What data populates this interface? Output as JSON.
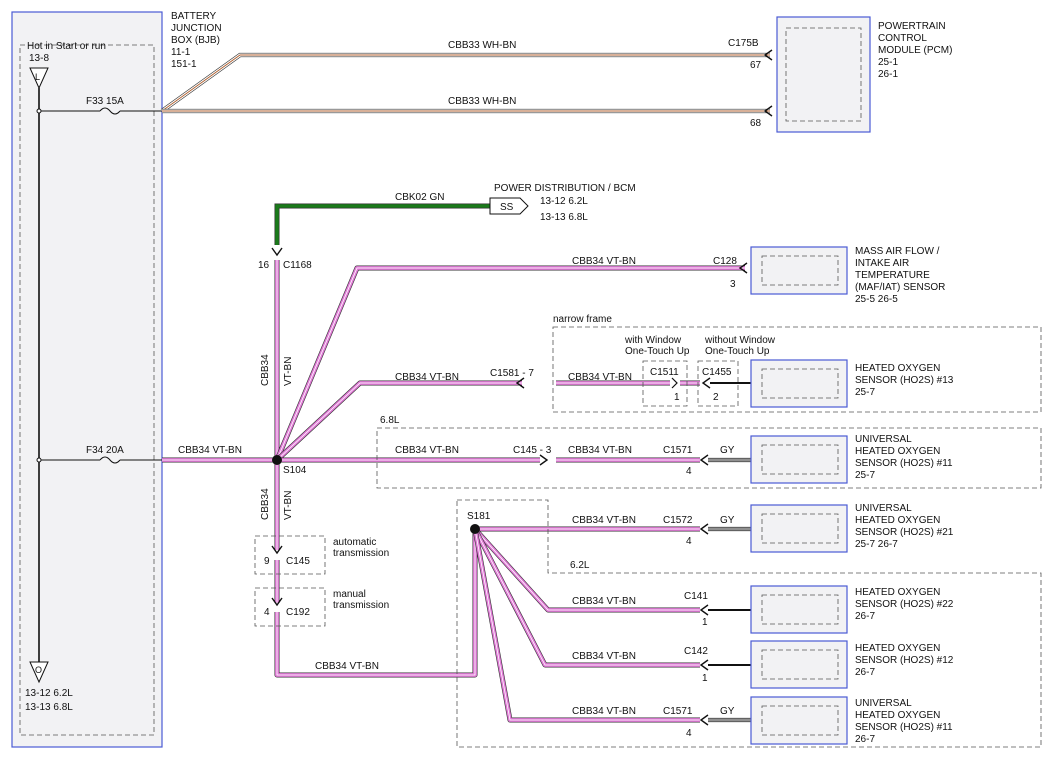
{
  "bjb": {
    "title": [
      "BATTERY",
      "JUNCTION",
      "BOX (BJB)",
      "11-1",
      "151-1"
    ],
    "hot_label": "Hot in Start or run",
    "hot_ref": "13-8",
    "top_arrow_letter": "L",
    "bottom_arrow_letter": "O",
    "bottom_refs": [
      "13-12   6.2L",
      "13-13   6.8L"
    ],
    "fuse1": "F33   15A",
    "fuse2": "F34   20A"
  },
  "pcm": {
    "title": [
      "POWERTRAIN",
      "CONTROL",
      "MODULE (PCM)",
      "25-1",
      "26-1"
    ],
    "connector": "C175B",
    "pin1": "67",
    "pin2": "68",
    "wire1": "CBB33   WH-BN",
    "wire2": "CBB33   WH-BN"
  },
  "power_dist": {
    "wire": "CBK02   GN",
    "ss": "SS",
    "title": "POWER DISTRIBUTION / BCM",
    "refs": [
      "13-12   6.2L",
      "13-13   6.8L"
    ],
    "pin": "16",
    "connector": "C1168"
  },
  "maf": {
    "wire": "CBB34   VT-BN",
    "connector": "C128",
    "pin": "3",
    "title": [
      "MASS AIR FLOW /",
      "INTAKE AIR",
      "TEMPERATURE",
      "(MAF/IAT) SENSOR",
      "25-5         26-5"
    ]
  },
  "ho2s13": {
    "frame_label": "narrow frame",
    "with_window": [
      "with Window",
      "One-Touch Up"
    ],
    "without_window": [
      "without Window",
      "One-Touch Up"
    ],
    "wire_a": "CBB34   VT-BN",
    "conn_a": "C1581 - 7",
    "wire_b": "CBB34   VT-BN",
    "conn_b": "C1511",
    "pin_b": "1",
    "conn_c": "C1455",
    "pin_c": "2",
    "title": [
      "HEATED OXYGEN",
      "SENSOR (HO2S) #13",
      "25-7"
    ]
  },
  "uho2s11_a": {
    "frame_label": "6.8L",
    "wire_a": "CBB34   VT-BN",
    "conn_a": "C145 - 3",
    "wire_b": "CBB34   VT-BN",
    "conn_b": "C1571",
    "pin": "4",
    "gy": "GY",
    "title": [
      "UNIVERSAL",
      "HEATED OXYGEN",
      "SENSOR (HO2S) #11",
      "25-7"
    ]
  },
  "main": {
    "wire": "CBB34   VT-BN",
    "splice": "S104",
    "vert_wire_a": "CBB34",
    "vert_wire_b": "VT-BN",
    "vert_wire2_a": "CBB34",
    "vert_wire2_b": "VT-BN",
    "c145_pin": "9",
    "c145": "C145",
    "c145_note": [
      "automatic",
      "transmission"
    ],
    "c192_pin": "4",
    "c192": "C192",
    "c192_note": [
      "manual",
      "transmission"
    ],
    "bottom_wire": "CBB34   VT-BN"
  },
  "s181": {
    "splice": "S181",
    "frame_label": "6.2L",
    "b1": {
      "wire": "CBB34   VT-BN",
      "conn": "C1572",
      "pin": "4",
      "gy": "GY",
      "title": [
        "UNIVERSAL",
        "HEATED OXYGEN",
        "SENSOR (HO2S) #21",
        "25-7         26-7"
      ]
    },
    "b2": {
      "wire": "CBB34   VT-BN",
      "conn": "C141",
      "pin": "1",
      "title": [
        "HEATED OXYGEN",
        "SENSOR (HO2S) #22",
        "26-7"
      ]
    },
    "b3": {
      "wire": "CBB34   VT-BN",
      "conn": "C142",
      "pin": "1",
      "title": [
        "HEATED OXYGEN",
        "SENSOR (HO2S) #12",
        "26-7"
      ]
    },
    "b4": {
      "wire": "CBB34   VT-BN",
      "conn": "C1571",
      "pin": "4",
      "gy": "GY",
      "title": [
        "UNIVERSAL",
        "HEATED OXYGEN",
        "SENSOR (HO2S) #11",
        "26-7"
      ]
    }
  },
  "colors": {
    "frame_blue": "#4a5bd4",
    "wire_violet": "#e07ad6",
    "wire_green": "#1a7a1a",
    "wire_white_brown": "#b06030",
    "wire_gray": "#909090"
  }
}
